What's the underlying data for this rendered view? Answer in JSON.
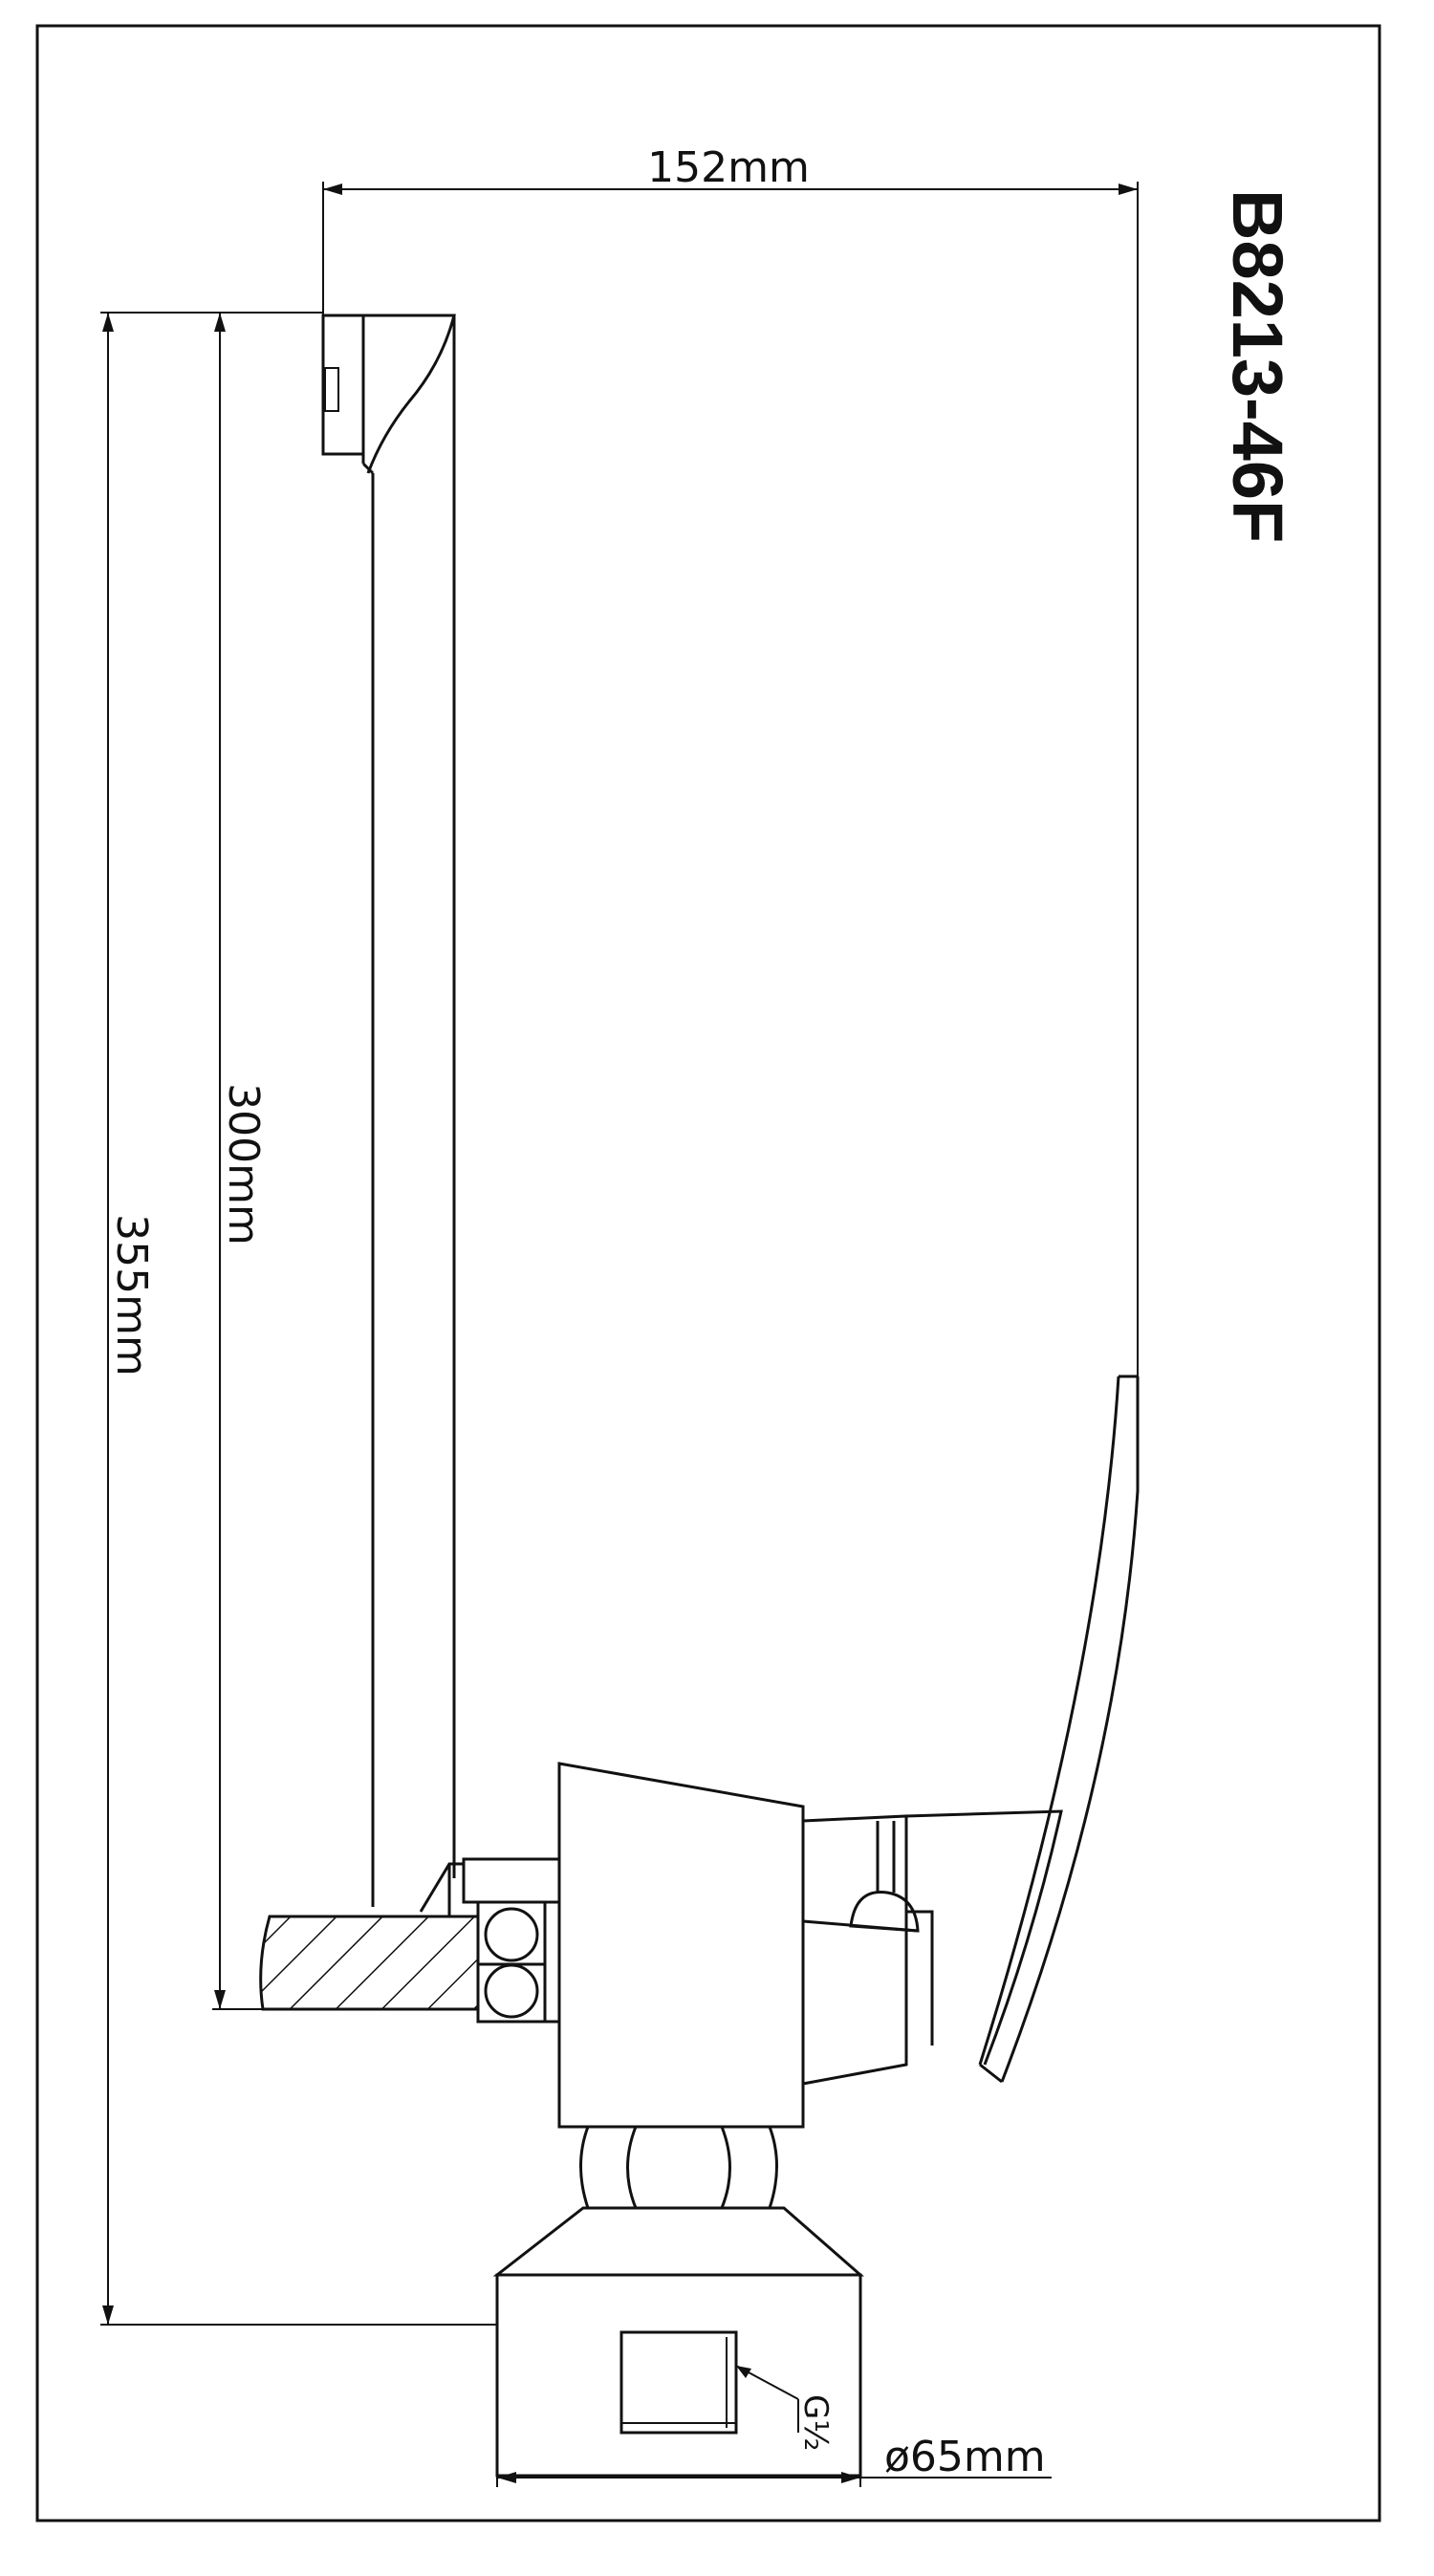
{
  "drawing": {
    "model_code": "B8213-46F",
    "dimensions": {
      "width_label": "152mm",
      "height_spout_label": "300mm",
      "height_total_label": "355mm",
      "base_diameter_label": "ø65mm",
      "thread_label": "G½"
    }
  }
}
